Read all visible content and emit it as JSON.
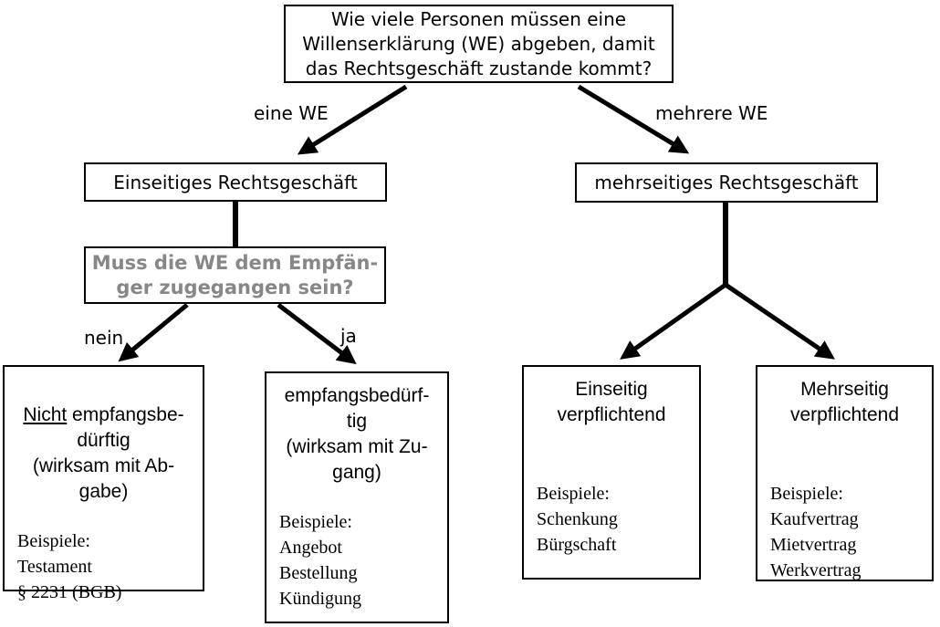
{
  "flowchart": {
    "root_question": "Wie viele Personen müssen eine\nWillenserklärung (WE) abgeben, damit\ndas Rechtsgeschäft zustande kommt?",
    "branch_labels": {
      "left": "eine WE",
      "right": "mehrere WE"
    },
    "unilateral_label": "Einseitiges Rechtsgeschäft",
    "multilateral_label": "mehrseitiges Rechtsgeschäft",
    "receipt_question": "Muss die WE dem Empfän-\nger zugegangen sein?",
    "answer_labels": {
      "no": "nein",
      "yes": "ja"
    },
    "leaves": [
      {
        "title_underlined": "Nicht",
        "title_rest": " empfangsbe-\ndürftig",
        "subtitle": "(wirksam mit Ab-\ngabe)",
        "examples_heading": "Beispiele:",
        "examples": [
          "Testament",
          "§ 2231 (BGB)"
        ]
      },
      {
        "title": "empfangsbedürf-\ntig",
        "subtitle": "(wirksam mit Zu-\ngang)",
        "examples_heading": "Beispiele:",
        "examples": [
          "Angebot",
          "Bestellung",
          "Kündigung"
        ]
      },
      {
        "title": "Einseitig\nverpflichtend",
        "examples_heading": "Beispiele:",
        "examples": [
          "Schenkung",
          "Bürgschaft"
        ]
      },
      {
        "title": "Mehrseitig\nverpflichtend",
        "examples_heading": "Beispiele:",
        "examples": [
          "Kaufvertrag",
          "Mietvertrag",
          "Werkvertrag"
        ]
      }
    ],
    "colors": {
      "line": "#000000",
      "border": "#000000",
      "question_gray": "#878787",
      "background": "#ffffff"
    }
  }
}
